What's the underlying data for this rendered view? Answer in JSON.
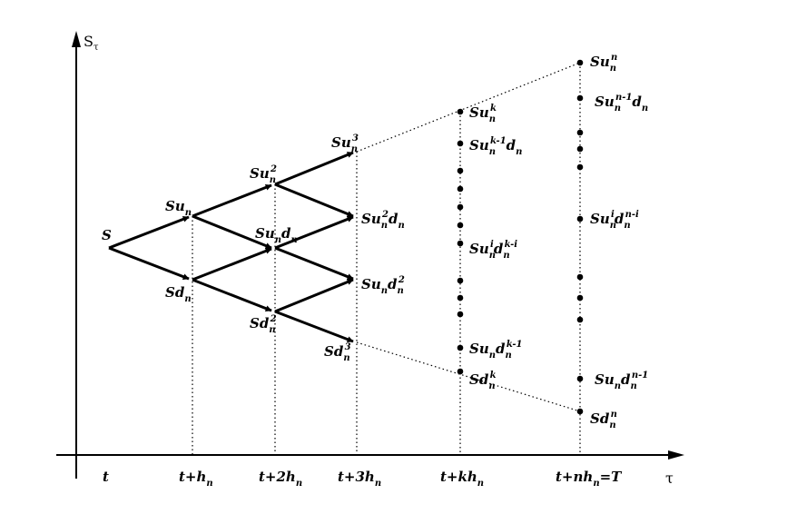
{
  "axes": {
    "y_label": "S",
    "y_label_sub": "τ",
    "x_label": "τ"
  },
  "ticks": [
    {
      "id": "t0",
      "text": "t",
      "sub": ""
    },
    {
      "id": "t1",
      "text": "t+h",
      "sub": "n"
    },
    {
      "id": "t2",
      "text": "t+2h",
      "sub": "n"
    },
    {
      "id": "t3",
      "text": "t+3h",
      "sub": "n"
    },
    {
      "id": "tk",
      "text": "t+kh",
      "sub": "n"
    },
    {
      "id": "tn",
      "text": "t+nh",
      "sub": "n",
      "tail": "=T"
    }
  ],
  "nodes": [
    {
      "id": "s",
      "parts": [
        [
          "S",
          ""
        ]
      ]
    },
    {
      "id": "su",
      "parts": [
        [
          "Su",
          ""
        ],
        [
          "n",
          "sub"
        ]
      ]
    },
    {
      "id": "sd",
      "parts": [
        [
          "Sd",
          ""
        ],
        [
          "n",
          "sub"
        ]
      ]
    },
    {
      "id": "su2",
      "parts": [
        [
          "Su",
          ""
        ],
        [
          "n",
          "sub"
        ],
        [
          "2",
          "sup"
        ]
      ]
    },
    {
      "id": "sud",
      "parts": [
        [
          "Su",
          ""
        ],
        [
          "n",
          "sub"
        ],
        [
          "d",
          ""
        ],
        [
          "n",
          "sub"
        ]
      ]
    },
    {
      "id": "sd2",
      "parts": [
        [
          "Sd",
          ""
        ],
        [
          "n",
          "sub"
        ],
        [
          "2",
          "sup"
        ]
      ]
    },
    {
      "id": "su3",
      "parts": [
        [
          "Su",
          ""
        ],
        [
          "n",
          "sub"
        ],
        [
          "3",
          "sup"
        ]
      ]
    },
    {
      "id": "su2d",
      "parts": [
        [
          "Su",
          ""
        ],
        [
          "n",
          "sub"
        ],
        [
          "2",
          "sup"
        ],
        [
          "d",
          ""
        ],
        [
          "n",
          "sub"
        ]
      ]
    },
    {
      "id": "sud2",
      "parts": [
        [
          "Su",
          ""
        ],
        [
          "n",
          "sub"
        ],
        [
          "d",
          ""
        ],
        [
          "n",
          "sub"
        ],
        [
          "2",
          "sup"
        ]
      ]
    },
    {
      "id": "sd3",
      "parts": [
        [
          "Sd",
          ""
        ],
        [
          "n",
          "sub"
        ],
        [
          "3",
          "sup"
        ]
      ]
    },
    {
      "id": "suk",
      "parts": [
        [
          "Su",
          ""
        ],
        [
          "n",
          "sub"
        ],
        [
          "k",
          "sup"
        ]
      ]
    },
    {
      "id": "suk1d",
      "parts": [
        [
          "Su",
          ""
        ],
        [
          "n",
          "sub"
        ],
        [
          "k-1",
          "sup"
        ],
        [
          "d",
          ""
        ],
        [
          "n",
          "sub"
        ]
      ]
    },
    {
      "id": "suidk",
      "parts": [
        [
          "Su",
          ""
        ],
        [
          "n",
          "sub"
        ],
        [
          "i",
          "sup"
        ],
        [
          "d",
          ""
        ],
        [
          "n",
          "sub"
        ],
        [
          "k-i",
          "sup"
        ]
      ]
    },
    {
      "id": "sudk1",
      "parts": [
        [
          "Su",
          ""
        ],
        [
          "n",
          "sub"
        ],
        [
          "d",
          ""
        ],
        [
          "n",
          "sub"
        ],
        [
          "k-1",
          "sup"
        ]
      ]
    },
    {
      "id": "sdk",
      "parts": [
        [
          "Sd",
          ""
        ],
        [
          "n",
          "sub"
        ],
        [
          "k",
          "sup"
        ]
      ]
    },
    {
      "id": "sun",
      "parts": [
        [
          "Su",
          ""
        ],
        [
          "n",
          "sub"
        ],
        [
          "n",
          "sup"
        ]
      ]
    },
    {
      "id": "sun1d",
      "parts": [
        [
          "Su",
          ""
        ],
        [
          "n",
          "sub"
        ],
        [
          "n-1",
          "sup"
        ],
        [
          "d",
          ""
        ],
        [
          "n",
          "sub"
        ]
      ]
    },
    {
      "id": "suidn",
      "parts": [
        [
          "Su",
          ""
        ],
        [
          "n",
          "sub"
        ],
        [
          "i",
          "sup"
        ],
        [
          "d",
          ""
        ],
        [
          "n",
          "sub"
        ],
        [
          "n-i",
          "sup"
        ]
      ]
    },
    {
      "id": "sudn1",
      "parts": [
        [
          "Su",
          ""
        ],
        [
          "n",
          "sub"
        ],
        [
          "d",
          ""
        ],
        [
          "n",
          "sub"
        ],
        [
          "n-1",
          "sup"
        ]
      ]
    },
    {
      "id": "sdn",
      "parts": [
        [
          "Sd",
          ""
        ],
        [
          "n",
          "sub"
        ],
        [
          "n",
          "sup"
        ]
      ]
    }
  ]
}
